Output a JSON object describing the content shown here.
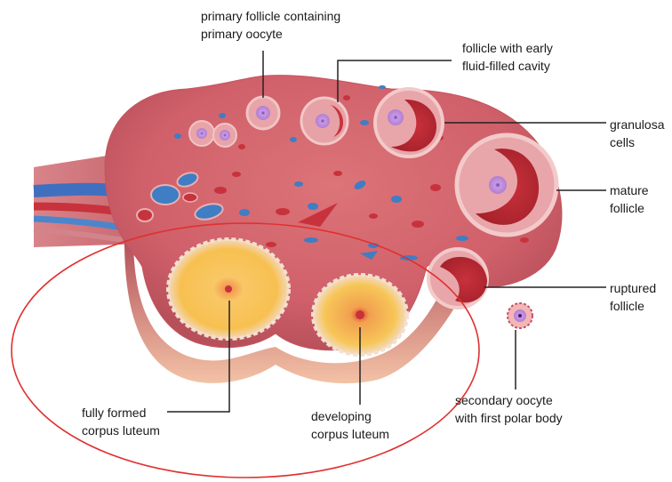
{
  "labels": {
    "primary_follicle": {
      "line1": "primary follicle containing",
      "line2": "primary oocyte"
    },
    "early_follicle": {
      "line1": "follicle with early",
      "line2": "fluid-filled cavity"
    },
    "granulosa": {
      "line1": "granulosa",
      "line2": "cells"
    },
    "mature_follicle": {
      "line1": "mature",
      "line2": "follicle"
    },
    "ruptured_follicle": {
      "line1": "ruptured",
      "line2": "follicle"
    },
    "secondary_oocyte": {
      "line1": "secondary oocyte",
      "line2": "with first polar body"
    },
    "fully_formed_cl": {
      "line1": "fully formed",
      "line2": "corpus luteum"
    },
    "developing_cl": {
      "line1": "developing",
      "line2": "corpus luteum"
    }
  },
  "colors": {
    "ovary_tissue": "#d4646a",
    "ovary_shadow": "#b44a55",
    "follicle_ring": "#e9a6a8",
    "oocyte": "#b98ad6",
    "corpus_luteum": "#f7c256",
    "vessel_blue": "#3f7dc4",
    "vessel_red": "#c8323c",
    "highlight_ellipse": "#e03030",
    "leader_line": "#222222"
  }
}
